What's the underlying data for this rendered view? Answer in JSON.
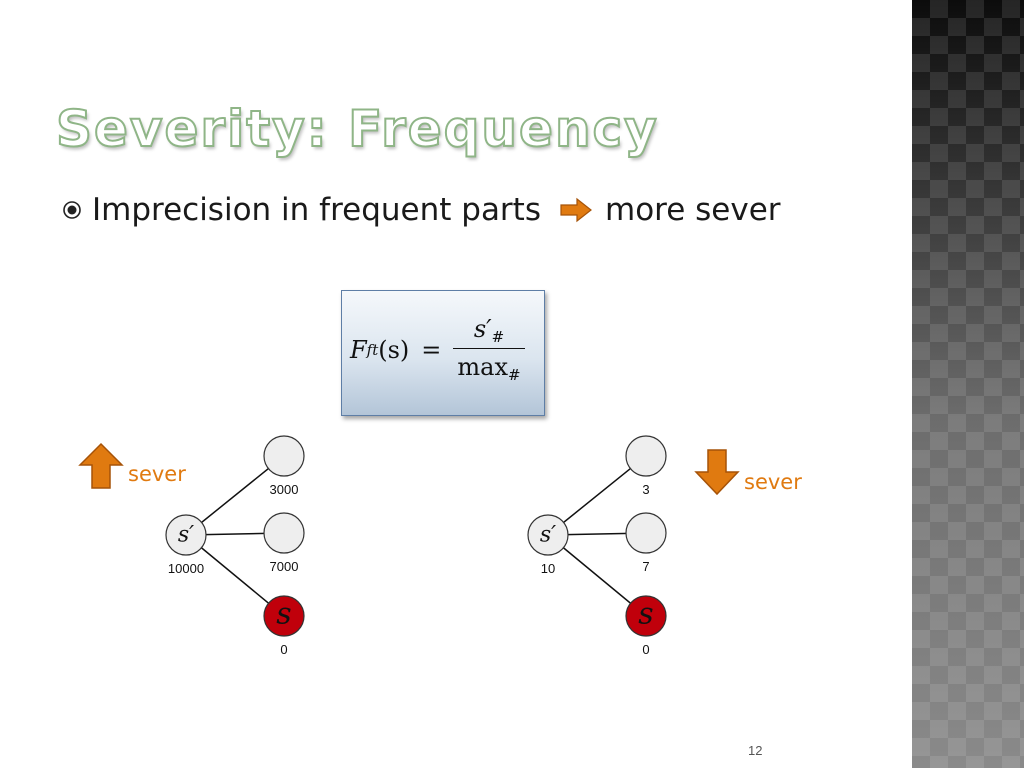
{
  "slide": {
    "title": "Severity: Frequency",
    "bullet": {
      "text_before": "Imprecision in frequent parts",
      "text_after": "more sever",
      "bullet_icon": "radio-circle-icon",
      "arrow_icon": "arrow-right-icon"
    },
    "formula": {
      "lhs_symbol": "F",
      "lhs_subscript": "ft",
      "lhs_arg": "(s)",
      "equals": "=",
      "numerator": "s′",
      "numerator_subscript": "#",
      "denominator": "max",
      "denominator_subscript": "#"
    },
    "page_number": "12"
  },
  "colors": {
    "title_outline": "#8fb587",
    "accent_orange": "#e07a10",
    "target_node": "#c0000b",
    "plain_node": "#eeeeee"
  },
  "diagrams": {
    "left": {
      "indicator": {
        "text": "sever",
        "icon": "arrow-up-icon"
      },
      "source": {
        "glyph": "s′",
        "label": "10000"
      },
      "children": [
        {
          "label": "3000",
          "target": false
        },
        {
          "label": "7000",
          "target": false
        },
        {
          "glyph": "s",
          "label": "0",
          "target": true
        }
      ]
    },
    "right": {
      "indicator": {
        "text": "sever",
        "icon": "arrow-down-icon"
      },
      "source": {
        "glyph": "s′",
        "label": "10"
      },
      "children": [
        {
          "label": "3",
          "target": false
        },
        {
          "label": "7",
          "target": false
        },
        {
          "glyph": "s",
          "label": "0",
          "target": true
        }
      ]
    }
  }
}
